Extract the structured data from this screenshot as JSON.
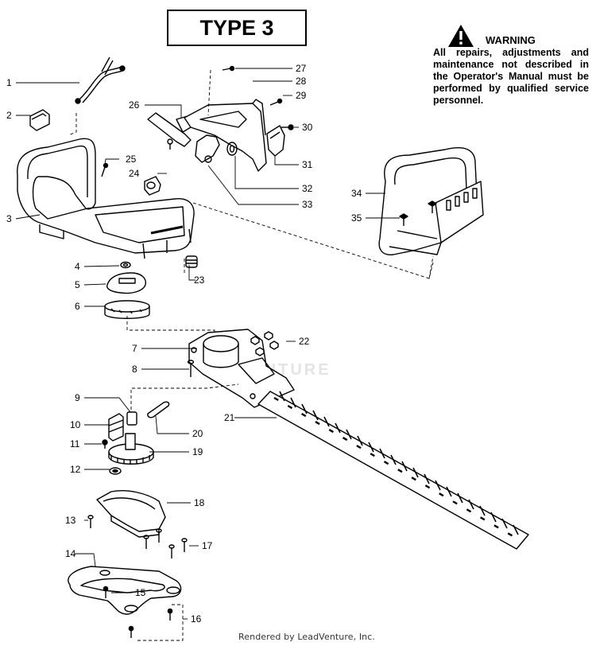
{
  "title": "TYPE 3",
  "warning": {
    "heading": "WARNING",
    "text": "All repairs, adjustments and maintenance not described in the Operator's Manual must be performed by qualified service personnel."
  },
  "watermark": "VENTURE",
  "footer": "Rendered by LeadVenture, Inc.",
  "callouts": [
    "1",
    "2",
    "3",
    "4",
    "5",
    "6",
    "7",
    "8",
    "9",
    "10",
    "11",
    "12",
    "13",
    "14",
    "15",
    "16",
    "17",
    "18",
    "19",
    "20",
    "21",
    "22",
    "23",
    "24",
    "25",
    "26",
    "27",
    "28",
    "29",
    "30",
    "31",
    "32",
    "33",
    "34",
    "35"
  ]
}
